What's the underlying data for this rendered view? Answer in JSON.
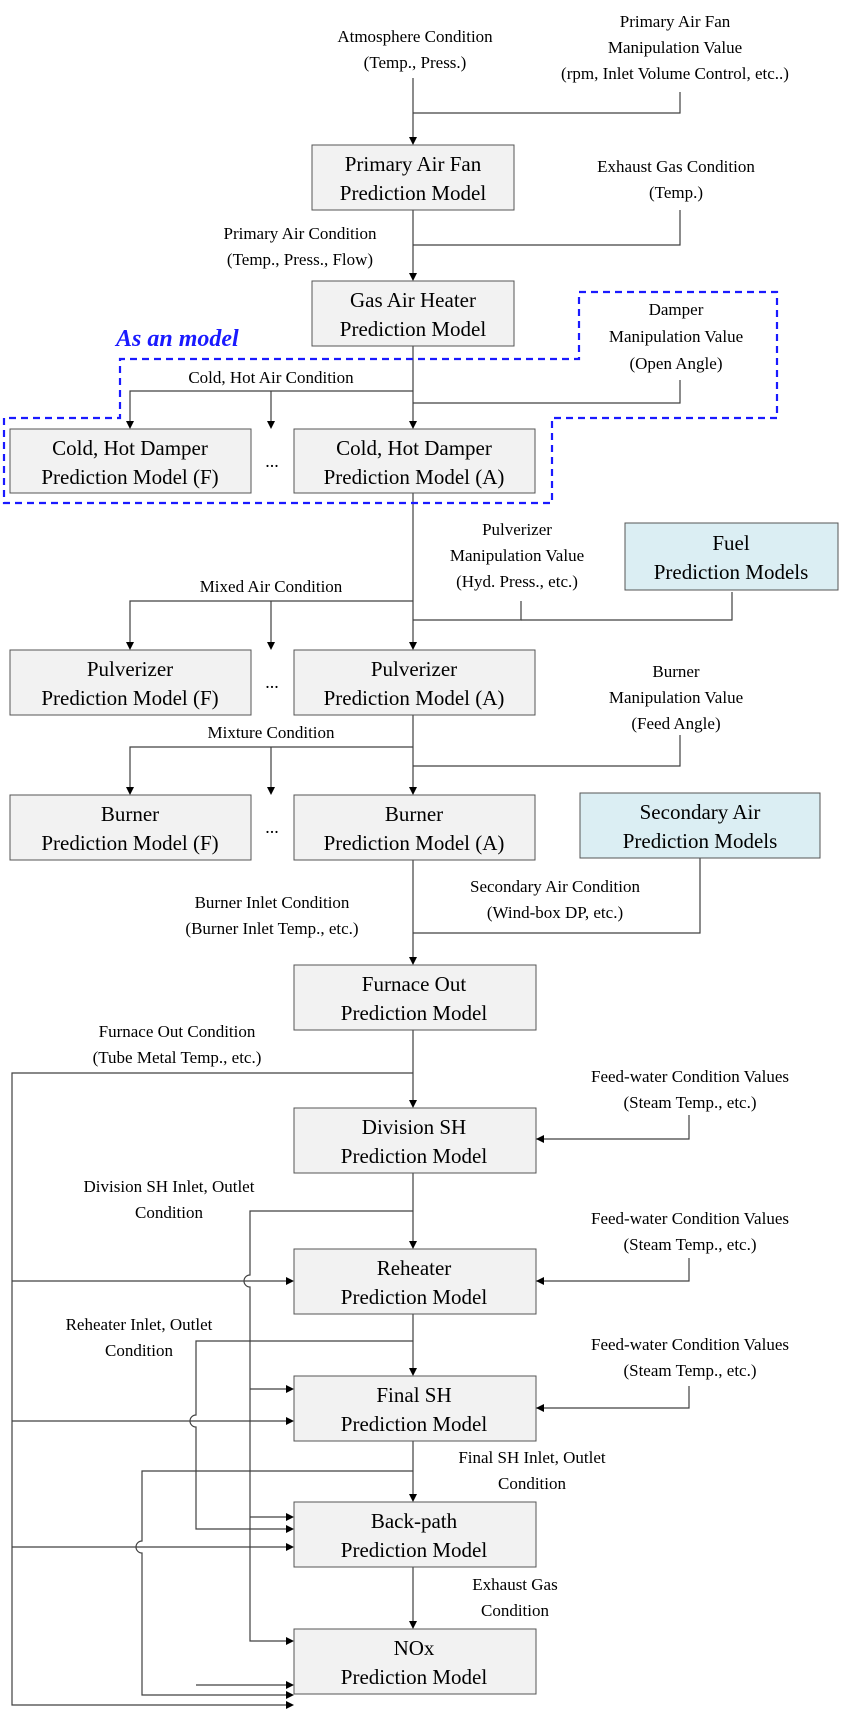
{
  "group_label": "As an model",
  "ellipsis": "...",
  "boxes": {
    "primary_air_fan": [
      "Primary Air Fan",
      "Prediction Model"
    ],
    "gas_air_heater": [
      "Gas Air Heater",
      "Prediction Model"
    ],
    "damper_f": [
      "Cold, Hot Damper",
      "Prediction Model (F)"
    ],
    "damper_a": [
      "Cold, Hot Damper",
      "Prediction Model (A)"
    ],
    "fuel": [
      "Fuel",
      "Prediction Models"
    ],
    "pulverizer_f": [
      "Pulverizer",
      "Prediction Model (F)"
    ],
    "pulverizer_a": [
      "Pulverizer",
      "Prediction Model (A)"
    ],
    "burner_f": [
      "Burner",
      "Prediction Model (F)"
    ],
    "burner_a": [
      "Burner",
      "Prediction Model (A)"
    ],
    "secondary_air": [
      "Secondary Air",
      "Prediction Models"
    ],
    "furnace_out": [
      "Furnace Out",
      "Prediction Model"
    ],
    "division_sh": [
      "Division SH",
      "Prediction Model"
    ],
    "reheater": [
      "Reheater",
      "Prediction Model"
    ],
    "final_sh": [
      "Final SH",
      "Prediction Model"
    ],
    "back_path": [
      "Back-path",
      "Prediction Model"
    ],
    "nox": [
      "NOx",
      "Prediction Model"
    ]
  },
  "labels": {
    "atmosphere": [
      "Atmosphere Condition",
      "(Temp., Press.)"
    ],
    "primary_air_fan_manip": [
      "Primary Air Fan",
      "Manipulation Value",
      "(rpm, Inlet Volume Control, etc..)"
    ],
    "exhaust_gas_temp": [
      "Exhaust Gas Condition",
      "(Temp.)"
    ],
    "primary_air_cond": [
      "Primary Air Condition",
      "(Temp., Press., Flow)"
    ],
    "damper_manip": [
      "Damper",
      "Manipulation Value",
      "(Open Angle)"
    ],
    "cold_hot_air": [
      "Cold, Hot Air Condition"
    ],
    "pulverizer_manip": [
      "Pulverizer",
      "Manipulation Value",
      "(Hyd. Press., etc.)"
    ],
    "mixed_air": [
      "Mixed Air Condition"
    ],
    "burner_manip": [
      "Burner",
      "Manipulation Value",
      "(Feed Angle)"
    ],
    "mixture": [
      "Mixture Condition"
    ],
    "secondary_air_cond": [
      "Secondary Air Condition",
      "(Wind-box DP, etc.)"
    ],
    "burner_inlet": [
      "Burner Inlet Condition",
      "(Burner Inlet Temp., etc.)"
    ],
    "furnace_out_cond": [
      "Furnace Out Condition",
      "(Tube Metal Temp., etc.)"
    ],
    "feedwater_1": [
      "Feed-water Condition Values",
      "(Steam Temp., etc.)"
    ],
    "division_sh_cond": [
      "Division SH Inlet, Outlet",
      "Condition"
    ],
    "feedwater_2": [
      "Feed-water Condition Values",
      "(Steam Temp., etc.)"
    ],
    "reheater_cond": [
      "Reheater Inlet, Outlet",
      "Condition"
    ],
    "feedwater_3": [
      "Feed-water Condition Values",
      "(Steam Temp., etc.)"
    ],
    "final_sh_cond": [
      "Final SH Inlet, Outlet",
      "Condition"
    ],
    "exhaust_gas_cond": [
      "Exhaust Gas",
      "Condition"
    ]
  }
}
